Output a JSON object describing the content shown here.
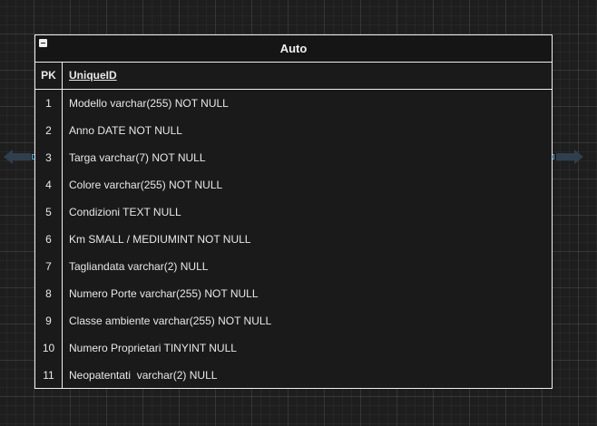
{
  "entity": {
    "title": "Auto",
    "primary_key": {
      "key": "PK",
      "field": "UniqueID"
    },
    "attributes": [
      {
        "key": "1",
        "field": "Modello varchar(255) NOT NULL"
      },
      {
        "key": "2",
        "field": "Anno DATE NOT NULL"
      },
      {
        "key": "3",
        "field": "Targa varchar(7) NOT NULL"
      },
      {
        "key": "4",
        "field": "Colore varchar(255) NOT NULL"
      },
      {
        "key": "5",
        "field": "Condizioni TEXT NULL"
      },
      {
        "key": "6",
        "field": "Km SMALL / MEDIUMINT NOT NULL"
      },
      {
        "key": "7",
        "field": "Tagliandata varchar(2) NULL"
      },
      {
        "key": "8",
        "field": "Numero Porte varchar(255) NOT NULL"
      },
      {
        "key": "9",
        "field": "Classe ambiente varchar(255) NOT NULL"
      },
      {
        "key": "10",
        "field": "Numero Proprietari TINYINT NULL"
      },
      {
        "key": "11",
        "field": "Neopatentati  varchar(2) NULL"
      }
    ]
  },
  "icons": {
    "collapse": "minus-square-icon",
    "left_arrow": "arrow-left-icon",
    "right_arrow": "arrow-right-icon"
  },
  "colors": {
    "canvas": "#1e1e1e",
    "border": "#f0f0f0",
    "text": "#e8e8e8",
    "arrow": "#2f3f4d",
    "port": "#4a9fd8"
  }
}
